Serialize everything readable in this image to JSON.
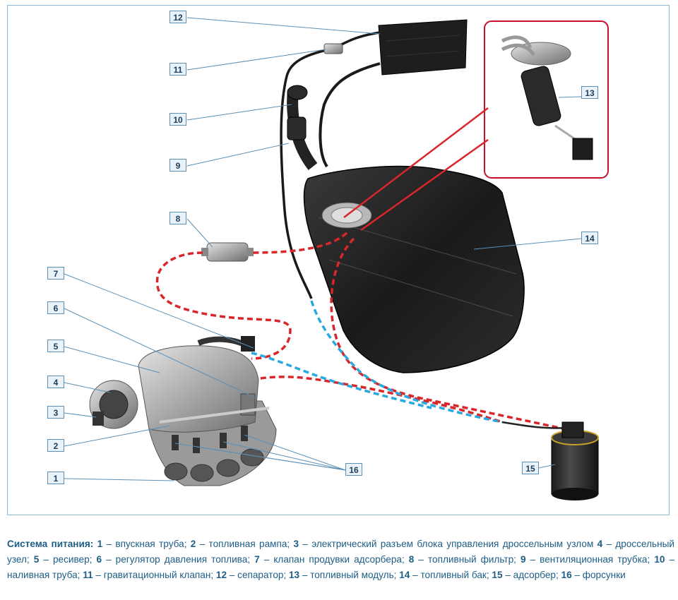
{
  "figure": {
    "callouts": [
      "1",
      "2",
      "3",
      "4",
      "5",
      "6",
      "7",
      "8",
      "9",
      "10",
      "11",
      "12",
      "13",
      "14",
      "15",
      "16"
    ]
  },
  "caption": {
    "title": "Система питания:",
    "items": [
      {
        "num": "1",
        "text": "впускная труба;"
      },
      {
        "num": "2",
        "text": "топливная рампа;"
      },
      {
        "num": "3",
        "text": "электрический разъем блока управления дроссельным узлом"
      },
      {
        "num": "4",
        "text": "дроссельный узел;"
      },
      {
        "num": "5",
        "text": "ресивер;"
      },
      {
        "num": "6",
        "text": "регулятор давления топлива;"
      },
      {
        "num": "7",
        "text": "клапан продувки адсорбера;"
      },
      {
        "num": "8",
        "text": "топливный фильтр;"
      },
      {
        "num": "9",
        "text": "вентиляционная трубка;"
      },
      {
        "num": "10",
        "text": "наливная труба;"
      },
      {
        "num": "11",
        "text": "гравитационный клапан;"
      },
      {
        "num": "12",
        "text": "сепаратор;"
      },
      {
        "num": "13",
        "text": "топливный модуль;"
      },
      {
        "num": "14",
        "text": "топливный бак;"
      },
      {
        "num": "15",
        "text": "адсорбер;"
      },
      {
        "num": "16",
        "text": "форсунки"
      }
    ]
  },
  "colors": {
    "fuel_line": "#d9262b",
    "vapor_line": "#2aa9e0",
    "callout_border": "#5d8fb4",
    "inset_border": "#c8102e",
    "caption_text": "#1d5d86"
  }
}
